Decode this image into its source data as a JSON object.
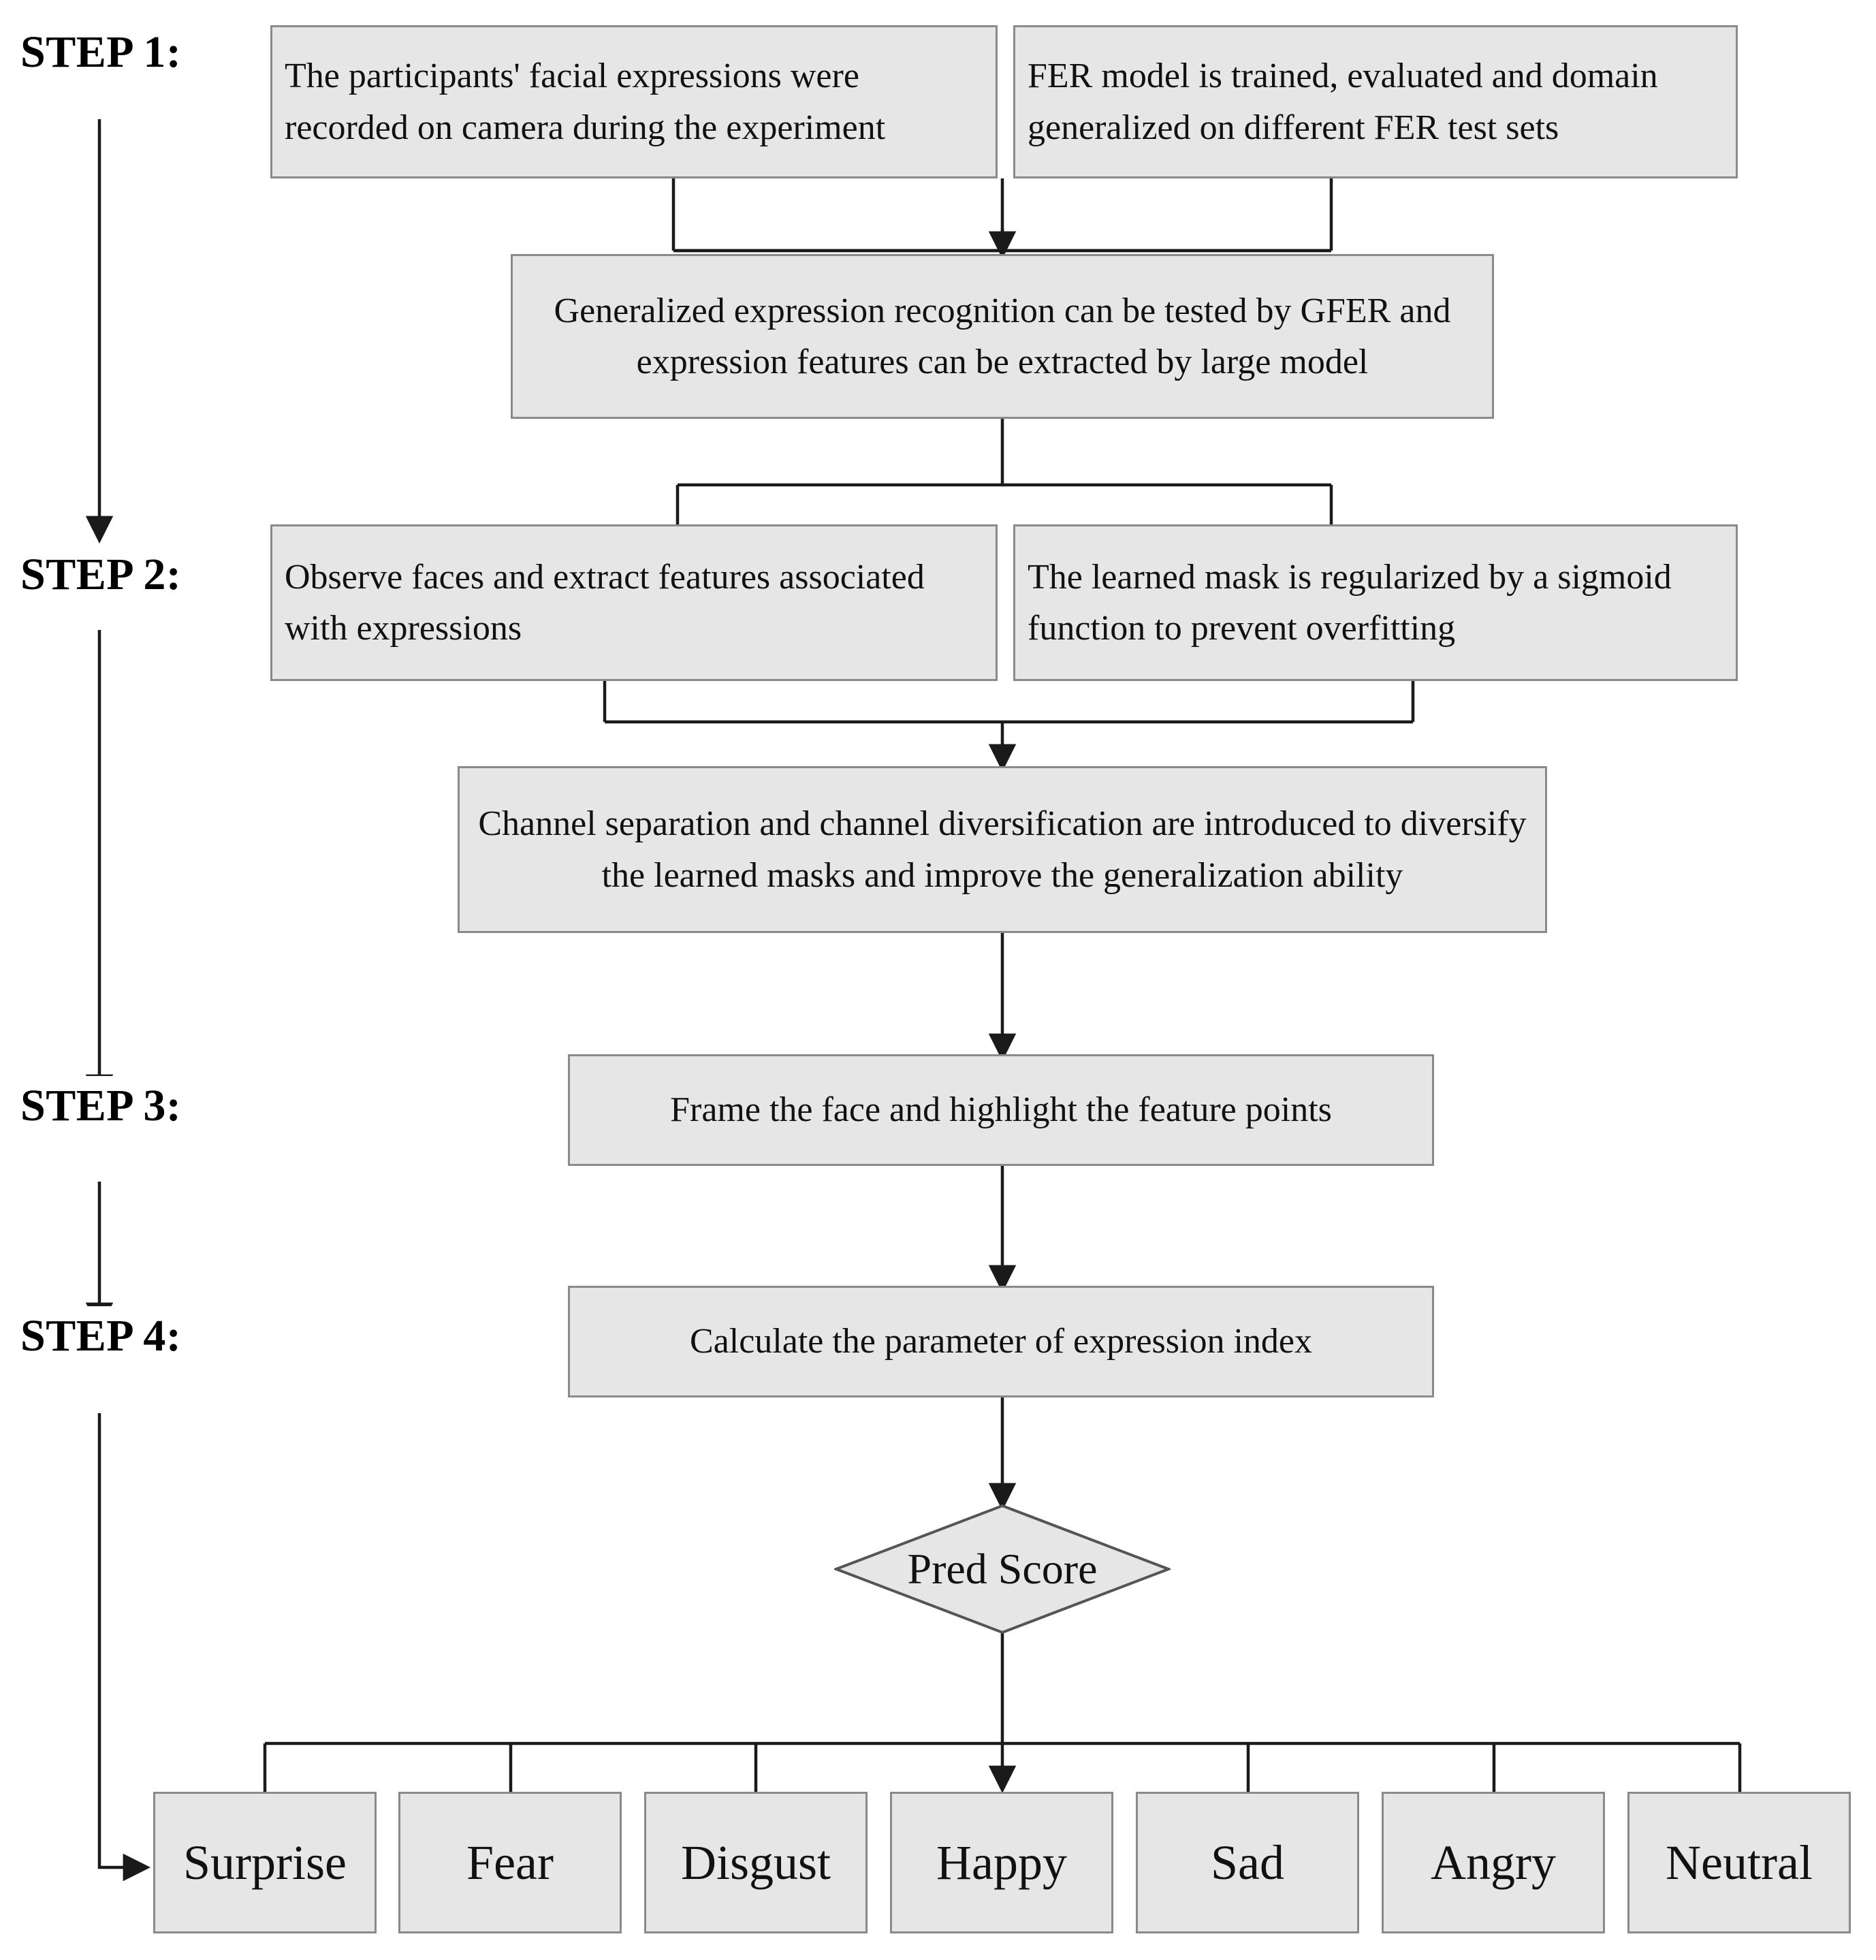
{
  "diagram": {
    "title": "FER pipeline flowchart",
    "fill_color": "#e6e6e6",
    "border_color": "#8a8a8a",
    "line_color": "#1a1a1a",
    "background": "#ffffff"
  },
  "steps": [
    {
      "id": "step1",
      "label": "STEP 1:"
    },
    {
      "id": "step2",
      "label": "STEP 2:"
    },
    {
      "id": "step3",
      "label": "STEP 3:"
    },
    {
      "id": "step4",
      "label": "STEP 4:"
    }
  ],
  "nodes": {
    "participants": "The participants' facial expressions were recorded on camera during the experiment",
    "fer_model": "FER model is trained, evaluated and domain generalized on different FER test sets",
    "generalized": "Generalized expression recognition can be tested by GFER and expression features can be extracted by large model",
    "observe_faces": "Observe faces and extract features associated with expressions",
    "learned_mask": "The learned mask is regularized by a sigmoid function to prevent overfitting",
    "channel_sep": "Channel separation and channel diversification are introduced to diversify the learned masks and improve the generalization ability",
    "frame_face": "Frame the face and highlight the feature points",
    "calculate_index": "Calculate the parameter of expression index",
    "pred_score": "Pred Score"
  },
  "emotions": [
    {
      "id": "surprise",
      "label": "Surprise"
    },
    {
      "id": "fear",
      "label": "Fear"
    },
    {
      "id": "disgust",
      "label": "Disgust"
    },
    {
      "id": "happy",
      "label": "Happy"
    },
    {
      "id": "sad",
      "label": "Sad"
    },
    {
      "id": "angry",
      "label": "Angry"
    },
    {
      "id": "neutral",
      "label": "Neutral"
    }
  ]
}
